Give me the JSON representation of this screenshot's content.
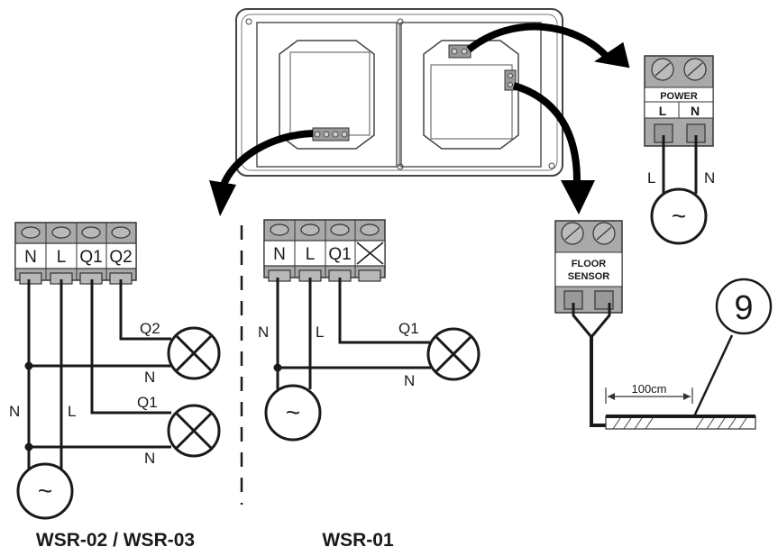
{
  "wsr02": {
    "terminals": [
      "N",
      "L",
      "Q1",
      "Q2"
    ],
    "wire_labels": {
      "q2": "Q2",
      "n_top": "N",
      "q1": "Q1",
      "n_bottom": "N",
      "n_left": "N",
      "l_left": "L"
    },
    "source_symbol": "~",
    "title": "WSR-02 / WSR-03"
  },
  "wsr01": {
    "terminals": [
      "N",
      "L",
      "Q1",
      "X"
    ],
    "wire_labels": {
      "n_left": "N",
      "l_left": "L",
      "q1": "Q1",
      "n_right": "N"
    },
    "source_symbol": "~",
    "title": "WSR-01"
  },
  "power": {
    "header": "POWER",
    "terminals": [
      "L",
      "N"
    ],
    "wire_labels": {
      "l": "L",
      "n": "N"
    },
    "source_symbol": "~"
  },
  "floor_sensor": {
    "header_line1": "FLOOR",
    "header_line2": "SENSOR",
    "distance": "100cm",
    "callout": "9"
  }
}
